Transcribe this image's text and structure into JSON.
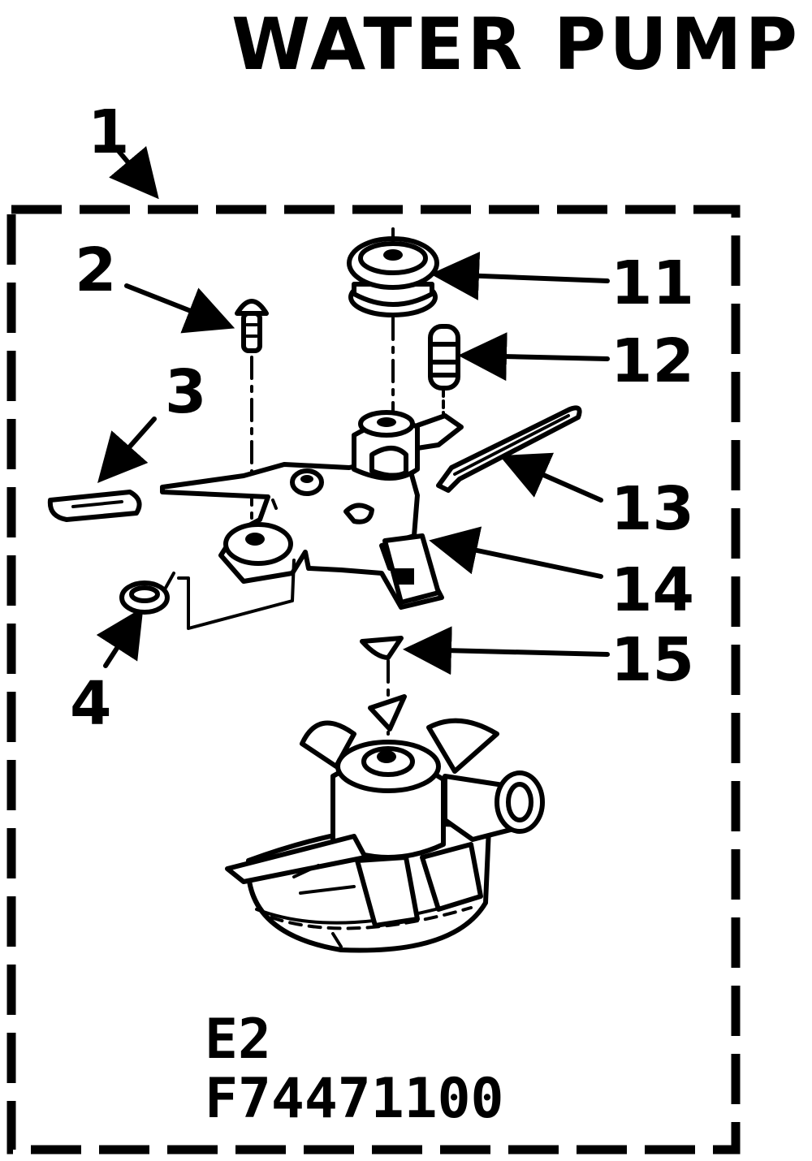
{
  "diagram": {
    "title": "WATER PUMP",
    "group_number": "1",
    "callouts": {
      "part_2": "2",
      "part_3": "3",
      "part_4": "4",
      "part_11": "11",
      "part_12": "12",
      "part_13": "13",
      "part_14": "14",
      "part_15": "15"
    },
    "revision_code": "E2",
    "drawing_number": "F74471100"
  },
  "colors": {
    "ink": "#000000",
    "paper": "#ffffff"
  }
}
